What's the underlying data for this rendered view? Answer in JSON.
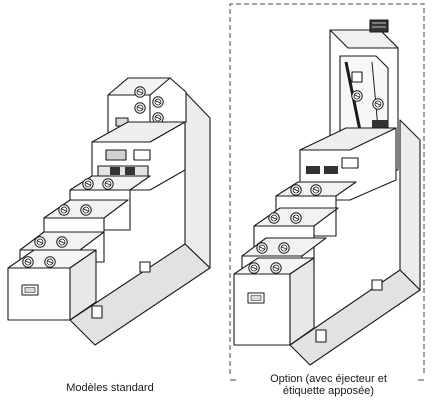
{
  "figure": {
    "captions": {
      "standard": "Modèles standard",
      "option_line1": "Option (avec éjecteur et",
      "option_line2": "étiquette apposée)"
    },
    "colors": {
      "line": "#1a1a1a",
      "fill": "#ffffff",
      "shade": "#e6e6e6",
      "dark": "#333333",
      "dashed_frame": "#444444"
    },
    "frame_style": "dashed"
  }
}
